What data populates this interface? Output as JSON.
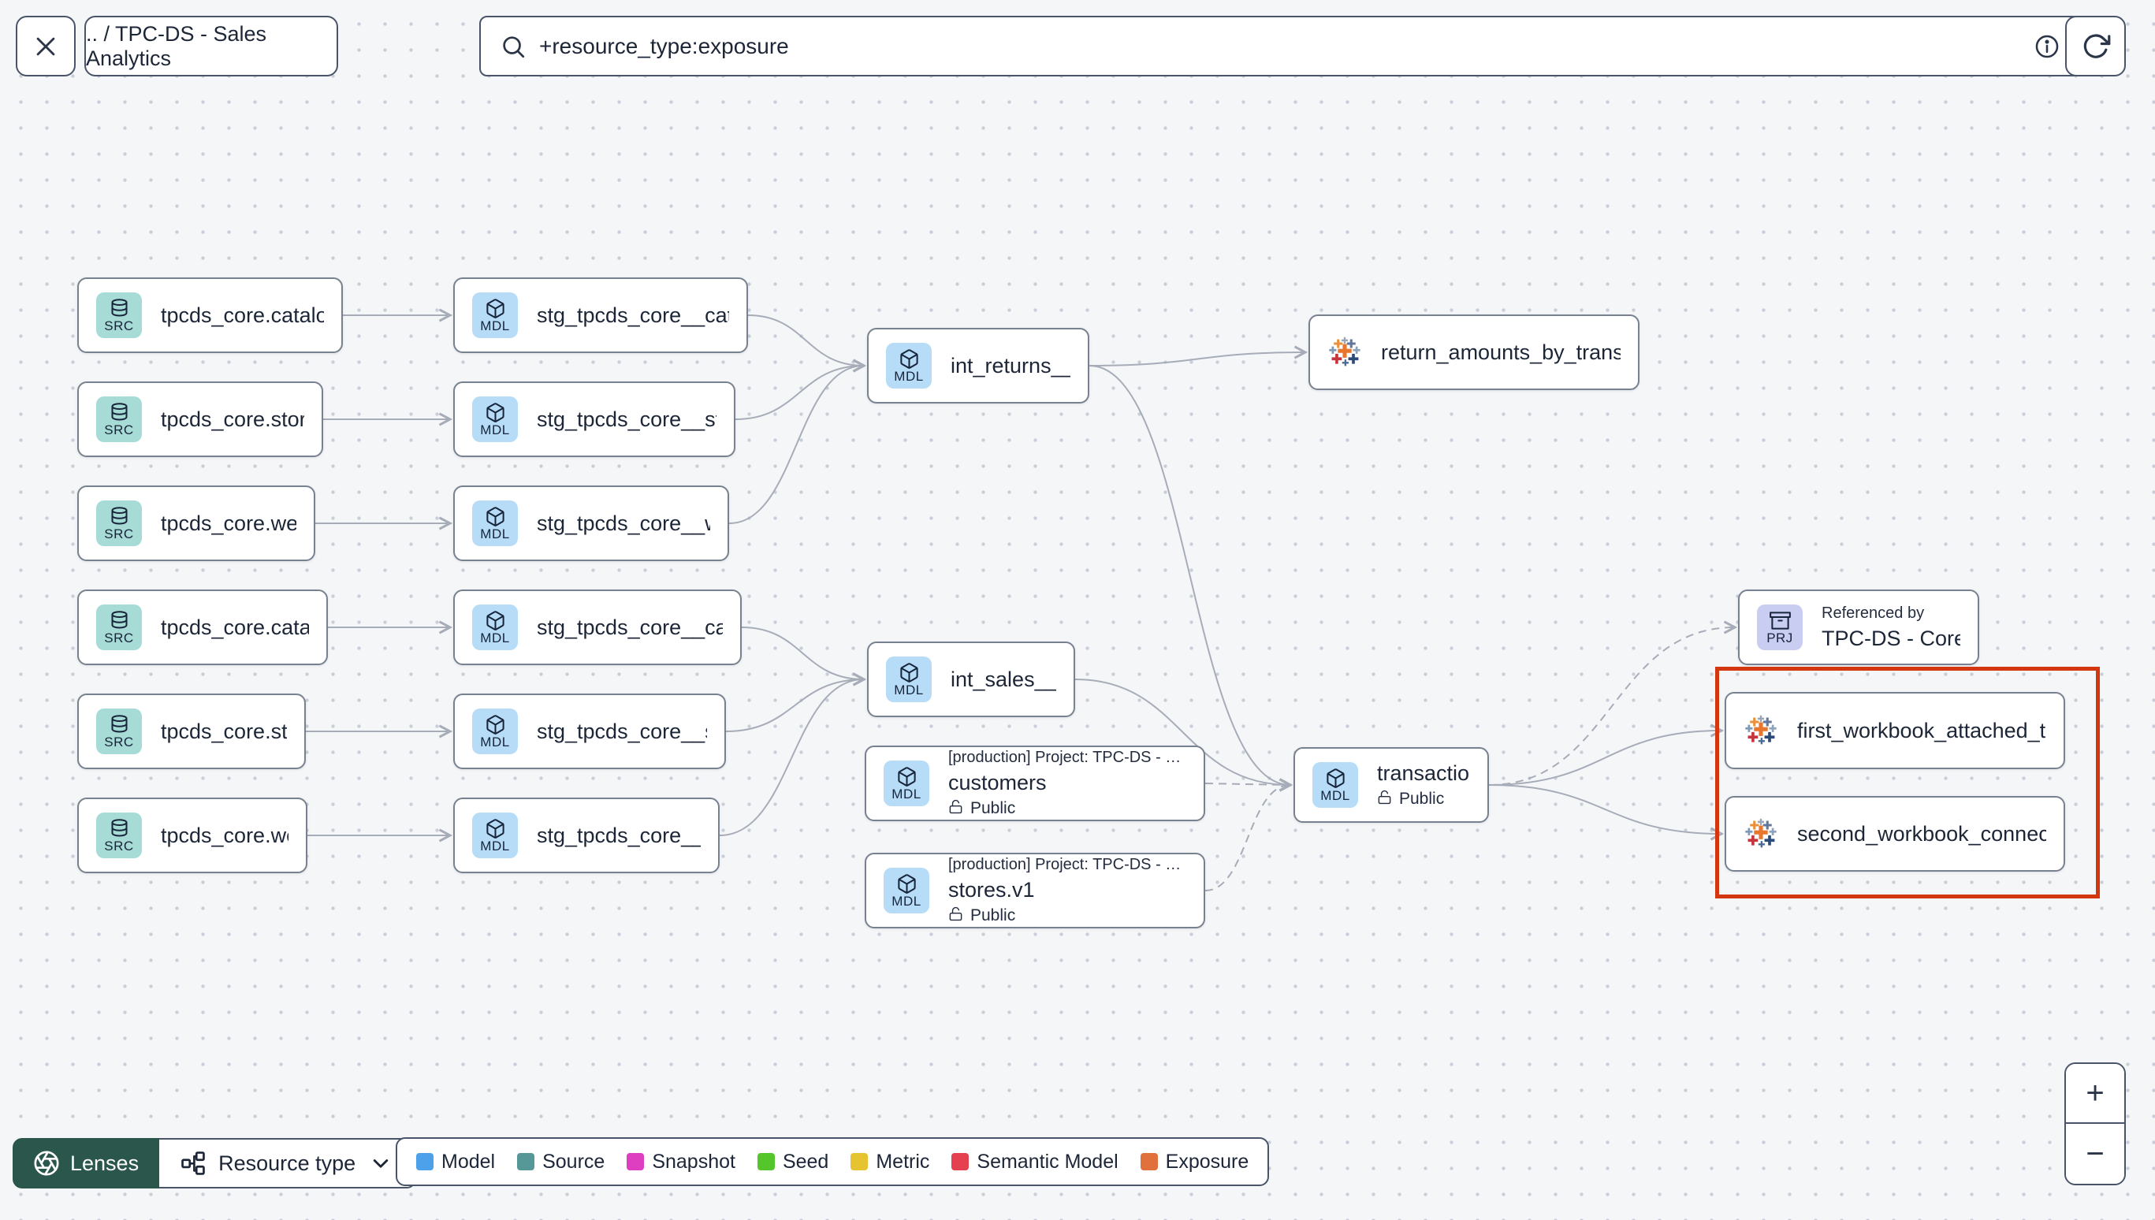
{
  "header": {
    "breadcrumb": ".. / TPC-DS - Sales Analytics",
    "search_value": "+resource_type:exposure"
  },
  "graph": {
    "nodes": [
      {
        "id": "src_catalog_returns",
        "type": "source",
        "badge": "SRC",
        "label": "tpcds_core.catalog_returns"
      },
      {
        "id": "src_store_returns",
        "type": "source",
        "badge": "SRC",
        "label": "tpcds_core.store_returns"
      },
      {
        "id": "src_web_returns",
        "type": "source",
        "badge": "SRC",
        "label": "tpcds_core.web_returns"
      },
      {
        "id": "src_catalog_sales",
        "type": "source",
        "badge": "SRC",
        "label": "tpcds_core.catalog_sales"
      },
      {
        "id": "src_store_sales",
        "type": "source",
        "badge": "SRC",
        "label": "tpcds_core.store_sales"
      },
      {
        "id": "src_web_sales",
        "type": "source",
        "badge": "SRC",
        "label": "tpcds_core.web_sales"
      },
      {
        "id": "stg_catalog_returns",
        "type": "model",
        "badge": "MDL",
        "label": "stg_tpcds_core__catalog_returns"
      },
      {
        "id": "stg_store_returns",
        "type": "model",
        "badge": "MDL",
        "label": "stg_tpcds_core__store_returns"
      },
      {
        "id": "stg_web_returns",
        "type": "model",
        "badge": "MDL",
        "label": "stg_tpcds_core__web_returns"
      },
      {
        "id": "stg_catalog_sales",
        "type": "model",
        "badge": "MDL",
        "label": "stg_tpcds_core__catalog_sales"
      },
      {
        "id": "stg_store_sales",
        "type": "model",
        "badge": "MDL",
        "label": "stg_tpcds_core__store_sales"
      },
      {
        "id": "stg_web_sales",
        "type": "model",
        "badge": "MDL",
        "label": "stg_tpcds_core__web_sales"
      },
      {
        "id": "int_returns",
        "type": "model",
        "badge": "MDL",
        "label": "int_returns__unioned"
      },
      {
        "id": "int_sales",
        "type": "model",
        "badge": "MDL",
        "label": "int_sales__unioned"
      },
      {
        "id": "customers",
        "type": "model",
        "badge": "MDL",
        "project": "[production] Project: TPC-DS - Core Data Mo…",
        "label": "customers",
        "access": "Public"
      },
      {
        "id": "stores",
        "type": "model",
        "badge": "MDL",
        "project": "[production] Project: TPC-DS - Core Data Mo…",
        "label": "stores.v1",
        "access": "Public"
      },
      {
        "id": "transactions",
        "type": "model",
        "badge": "MDL",
        "label": "transactions",
        "access": "Public"
      },
      {
        "id": "prj_ref",
        "type": "project",
        "badge": "PRJ",
        "title": "Referenced by",
        "label": "TPC-DS - Core Data Models"
      },
      {
        "id": "exp_returns",
        "type": "exposure",
        "label": "return_amounts_by_transaction_type"
      },
      {
        "id": "wb1",
        "type": "exposure",
        "label": "first_workbook_attached_to_tpc-ds_-_…"
      },
      {
        "id": "wb2",
        "type": "exposure",
        "label": "second_workbook_connected_to_live…"
      }
    ],
    "edges": [
      {
        "from": "src_catalog_returns",
        "to": "stg_catalog_returns"
      },
      {
        "from": "src_store_returns",
        "to": "stg_store_returns"
      },
      {
        "from": "src_web_returns",
        "to": "stg_web_returns"
      },
      {
        "from": "src_catalog_sales",
        "to": "stg_catalog_sales"
      },
      {
        "from": "src_store_sales",
        "to": "stg_store_sales"
      },
      {
        "from": "src_web_sales",
        "to": "stg_web_sales"
      },
      {
        "from": "stg_catalog_returns",
        "to": "int_returns"
      },
      {
        "from": "stg_store_returns",
        "to": "int_returns"
      },
      {
        "from": "stg_web_returns",
        "to": "int_returns"
      },
      {
        "from": "stg_catalog_sales",
        "to": "int_sales"
      },
      {
        "from": "stg_store_sales",
        "to": "int_sales"
      },
      {
        "from": "stg_web_sales",
        "to": "int_sales"
      },
      {
        "from": "int_returns",
        "to": "exp_returns"
      },
      {
        "from": "int_returns",
        "to": "transactions"
      },
      {
        "from": "int_sales",
        "to": "transactions"
      },
      {
        "from": "customers",
        "to": "transactions",
        "dashed": true
      },
      {
        "from": "stores",
        "to": "transactions",
        "dashed": true
      },
      {
        "from": "transactions",
        "to": "prj_ref",
        "dashed": true
      },
      {
        "from": "transactions",
        "to": "wb1"
      },
      {
        "from": "transactions",
        "to": "wb2"
      }
    ]
  },
  "legend": {
    "items": [
      {
        "label": "Model",
        "color": "#4da0ea"
      },
      {
        "label": "Source",
        "color": "#569897"
      },
      {
        "label": "Snapshot",
        "color": "#dd3fc0"
      },
      {
        "label": "Seed",
        "color": "#55c52c"
      },
      {
        "label": "Metric",
        "color": "#e5c331"
      },
      {
        "label": "Semantic Model",
        "color": "#e4404f"
      },
      {
        "label": "Exposure",
        "color": "#e0713d"
      }
    ]
  },
  "footer": {
    "lenses_label": "Lenses",
    "resource_type_label": "Resource type"
  },
  "zoom_controls": {
    "zoom_in": "+",
    "zoom_out": "−"
  },
  "colors": {
    "highlight_border": "#d2370f",
    "lenses_bg": "#2a564c",
    "badge_src": "#a7dbd6",
    "badge_mdl": "#b7dcf8",
    "badge_prj": "#c9cdf2",
    "edge": "#a6acb8"
  }
}
